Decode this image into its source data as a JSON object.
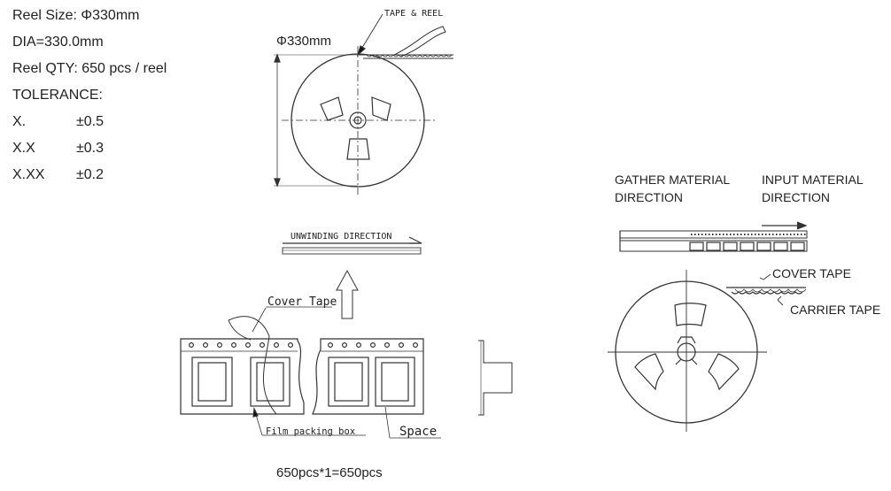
{
  "specs": {
    "reel_size": "Reel Size: Φ330mm",
    "dia": "DIA=330.0mm",
    "reel_qty": "Reel QTY: 650 pcs / reel",
    "tolerance_title": "TOLERANCE:",
    "tolerances": [
      {
        "key": "X.",
        "value": "±0.5"
      },
      {
        "key": "X.X",
        "value": "±0.3"
      },
      {
        "key": "X.XX",
        "value": "±0.2"
      }
    ]
  },
  "reel_drawing": {
    "tape_reel_label": "TAPE & REEL",
    "diameter_label": "Φ330mm"
  },
  "unwinding_label": "UNWINDING DIRECTION",
  "tape_drawing": {
    "cover_tape_label": "Cover Tape",
    "film_box_label": "Film packing box",
    "space_label": "Space"
  },
  "right_drawing": {
    "gather_label_1": "GATHER MATERIAL",
    "gather_label_2": "DIRECTION",
    "input_label_1": "INPUT MATERIAL",
    "input_label_2": "DIRECTION",
    "cover_tape_label": "COVER TAPE",
    "carrier_tape_label": "CARRIER TAPE"
  },
  "footer": "650pcs*1=650pcs"
}
